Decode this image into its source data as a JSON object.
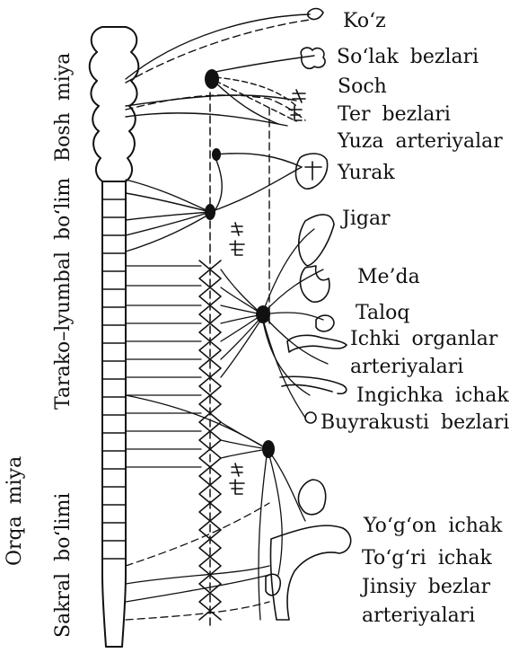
{
  "spinal_sections": {
    "brain": "Bosh miya",
    "thoraco_lumbar": "Tarako–lyumbal bo‘lim",
    "sacral": "Sakral bo‘limi",
    "spinal_cord": "Orqa miya"
  },
  "organs": {
    "eye": "Ko‘z",
    "salivary_glands": "So‘lak bezlari",
    "hair": "Soch",
    "sweat_glands": "Ter bezlari",
    "face_arteries": "Yuza arteriyalar",
    "heart": "Yurak",
    "liver": "Jigar",
    "stomach": "Me’da",
    "spleen": "Taloq",
    "internal_arteries_line1": "Ichki organlar",
    "internal_arteries_line2": "arteriyalari",
    "small_intestine": "Ingichka ichak",
    "adrenal_glands": "Buyrakusti bezlari",
    "colon": "Yo‘g‘on ichak",
    "rectum": "To‘g‘ri ichak",
    "genital_line1": "Jinsiy bezlar",
    "genital_line2": "arteriyalari"
  }
}
